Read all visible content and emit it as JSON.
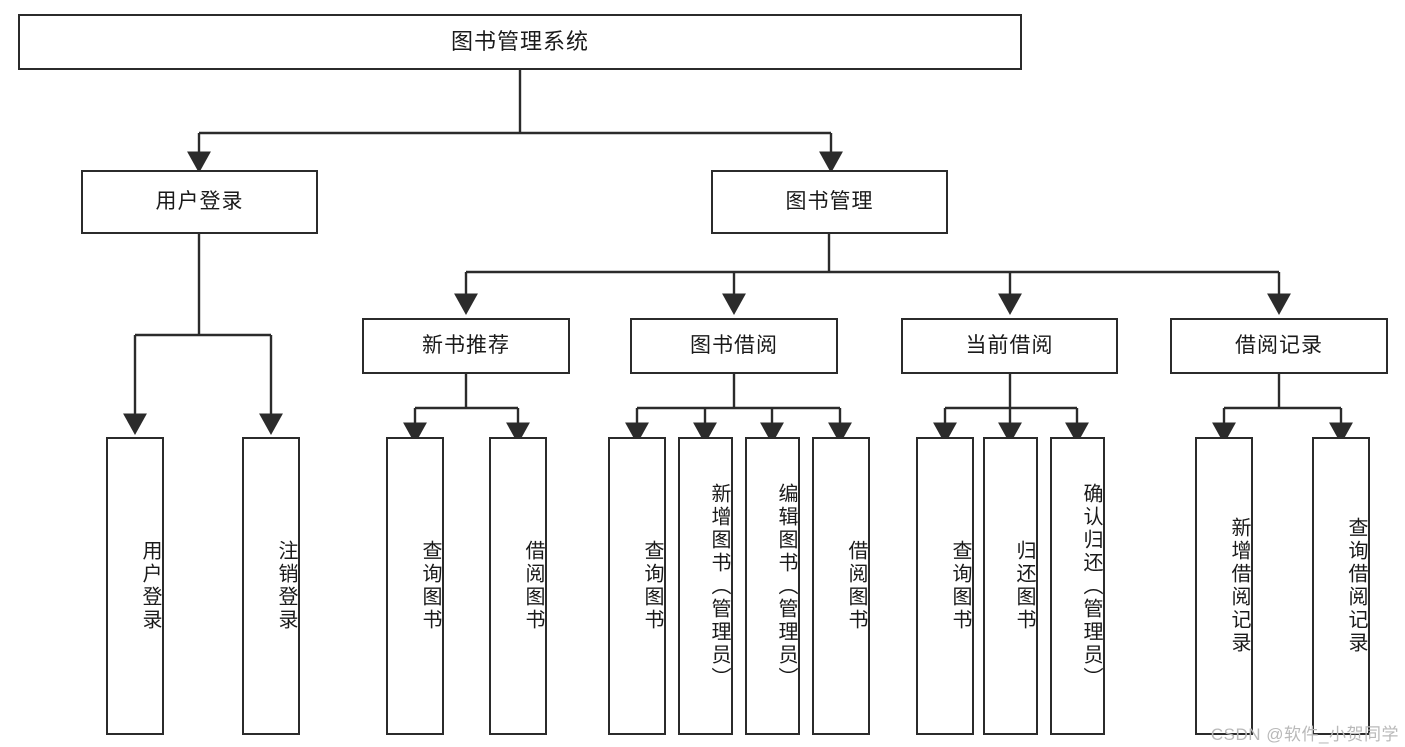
{
  "diagram": {
    "title": "图书管理系统",
    "watermark": "CSDN @软件_小贺同学",
    "colors": {
      "border": "#2b2b2b",
      "background": "#ffffff",
      "text": "#1a1a1a",
      "watermark": "#b9b9b9"
    },
    "root": {
      "label": "图书管理系统"
    },
    "level2": [
      {
        "label": "用户登录"
      },
      {
        "label": "图书管理"
      }
    ],
    "level3": [
      {
        "label": "新书推荐"
      },
      {
        "label": "图书借阅"
      },
      {
        "label": "当前借阅"
      },
      {
        "label": "借阅记录"
      }
    ],
    "leaves": {
      "user_login": [
        {
          "label": "用户登录"
        },
        {
          "label": "注销登录"
        }
      ],
      "new_book": [
        {
          "label": "查询图书"
        },
        {
          "label": "借阅图书"
        }
      ],
      "borrow": [
        {
          "label": "查询图书"
        },
        {
          "label": "新增图书（管理员）"
        },
        {
          "label": "编辑图书（管理员）"
        },
        {
          "label": "借阅图书"
        }
      ],
      "current": [
        {
          "label": "查询图书"
        },
        {
          "label": "归还图书"
        },
        {
          "label": "确认归还（管理员）"
        }
      ],
      "records": [
        {
          "label": "新增借阅记录"
        },
        {
          "label": "查询借阅记录"
        }
      ]
    }
  }
}
